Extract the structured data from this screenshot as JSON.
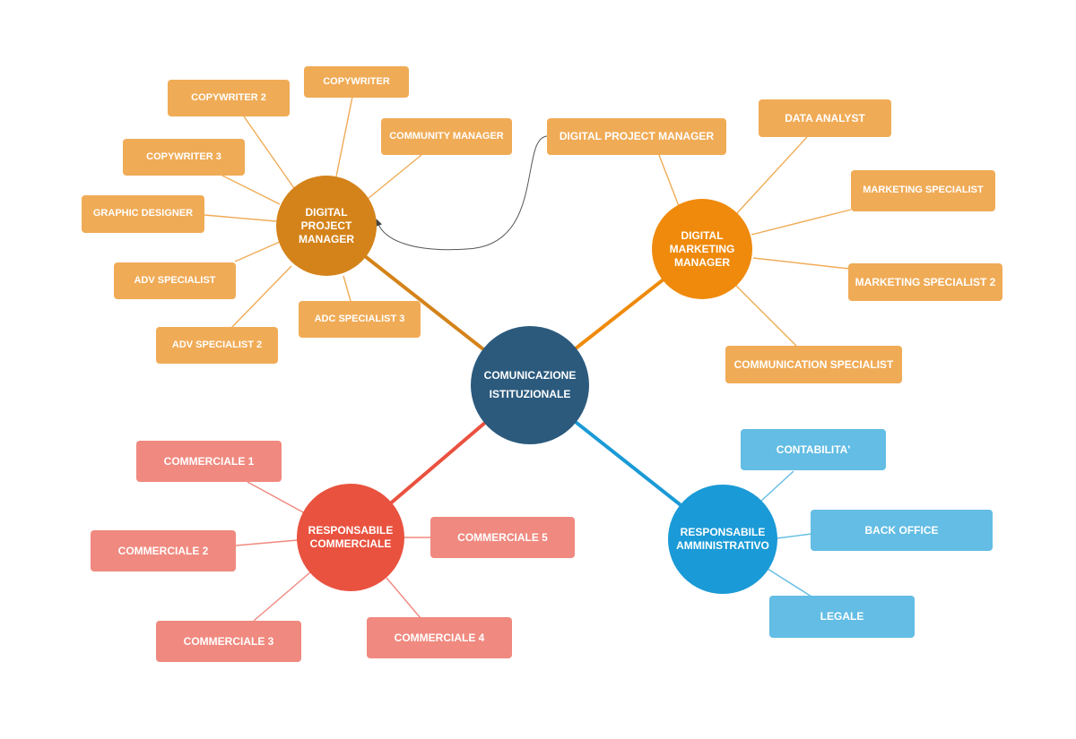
{
  "colors": {
    "center": "#2b5a7d",
    "dpm": "#d4831a",
    "dmm": "#ef8a0c",
    "commerciale": "#e9523f",
    "amministrativo": "#1a9ad6",
    "orange_box": "#f0ab56",
    "red_box": "#f0897f",
    "blue_box": "#63bde4"
  },
  "center": {
    "line1": "COMUNICAZIONE",
    "line2": "ISTITUZIONALE"
  },
  "hubs": {
    "dpm": {
      "lines": [
        "DIGITAL",
        "PROJECT",
        "MANAGER"
      ]
    },
    "dmm": {
      "lines": [
        "DIGITAL",
        "MARKETING",
        "MANAGER"
      ]
    },
    "commerciale": {
      "lines": [
        "RESPONSABILE",
        "COMMERCIALE"
      ]
    },
    "amministrativo": {
      "lines": [
        "RESPONSABILE",
        "AMMINISTRATIVO"
      ]
    }
  },
  "dpm_children": {
    "copywriter_2": "COPYWRITER 2",
    "copywriter": "COPYWRITER",
    "community_manager": "COMMUNITY MANAGER",
    "copywriter_3": "COPYWRITER 3",
    "graphic_designer": "GRAPHIC DESIGNER",
    "adv_specialist": "ADV SPECIALIST",
    "adv_specialist_2": "ADV SPECIALIST 2",
    "adc_specialist_3": "ADC SPECIALIST 3"
  },
  "dmm_children": {
    "digital_project_manager": "DIGITAL PROJECT MANAGER",
    "data_analyst": "DATA ANALYST",
    "marketing_specialist": "MARKETING SPECIALIST",
    "marketing_specialist_2": "MARKETING SPECIALIST 2",
    "communication_specialist": "COMMUNICATION SPECIALIST"
  },
  "commerciale_children": {
    "commerciale_1": "COMMERCIALE 1",
    "commerciale_2": "COMMERCIALE 2",
    "commerciale_3": "COMMERCIALE 3",
    "commerciale_4": "COMMERCIALE 4",
    "commerciale_5": "COMMERCIALE 5"
  },
  "amministrativo_children": {
    "contabilita": "CONTABILITA'",
    "back_office": "BACK OFFICE",
    "legale": "LEGALE"
  }
}
